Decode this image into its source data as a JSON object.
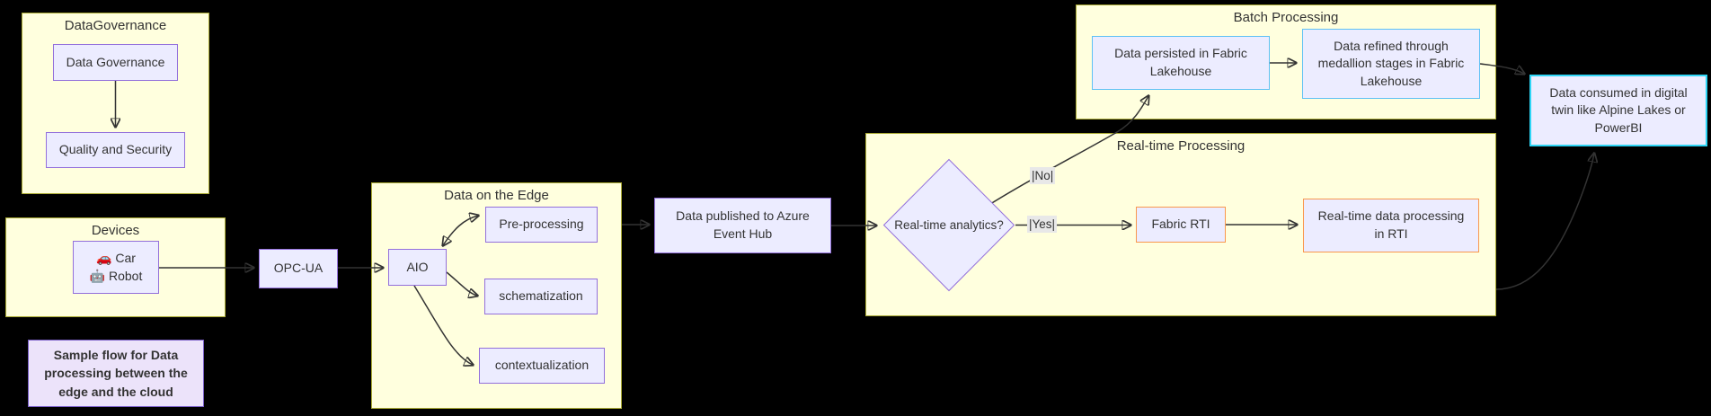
{
  "clusters": {
    "data_governance": {
      "title": "DataGovernance"
    },
    "devices": {
      "title": "Devices"
    },
    "data_on_the_edge": {
      "title": "Data on the Edge"
    },
    "real_time_processing": {
      "title": "Real-time Processing"
    },
    "batch_processing": {
      "title": "Batch Processing"
    }
  },
  "nodes": {
    "data_governance": {
      "label": "Data Governance"
    },
    "quality_and_security": {
      "label": "Quality and Security"
    },
    "devices": {
      "lines": [
        "🚗 Car",
        "🤖 Robot"
      ]
    },
    "opc_ua": {
      "label": "OPC-UA"
    },
    "aio": {
      "label": "AIO"
    },
    "pre_processing": {
      "label": "Pre-processing"
    },
    "schematization": {
      "label": "schematization"
    },
    "contextualization": {
      "label": "contextualization"
    },
    "event_hub": {
      "lines": [
        "Data published to Azure",
        "Event Hub"
      ]
    },
    "real_time_analytics": {
      "label": "Real-time analytics?"
    },
    "fabric_rti": {
      "label": "Fabric RTI"
    },
    "rti_processing": {
      "lines": [
        "Real-time data processing",
        "in RTI"
      ]
    },
    "data_persisted": {
      "lines": [
        "Data persisted in Fabric",
        "Lakehouse"
      ]
    },
    "data_refined": {
      "lines": [
        "Data refined through",
        "medallion stages in Fabric",
        "Lakehouse"
      ]
    },
    "data_consumed": {
      "lines": [
        "Data consumed in digital",
        "twin like Alpine Lakes or",
        "PowerBI"
      ]
    }
  },
  "edge_labels": {
    "no": "|No|",
    "yes": "|Yes|"
  },
  "note": {
    "lines": [
      "Sample flow for Data",
      "processing between the",
      "edge and the cloud"
    ]
  },
  "colors": {
    "background": "#000000",
    "cluster_fill": "#ffffde",
    "cluster_border": "#aaaa33",
    "node_fill": "#ececff",
    "node_border": "#9370db",
    "batch_node_border": "#5ec1f5",
    "rti_node_border": "#f9984e",
    "consumed_node_border": "#2fd5f5",
    "note_fill": "#ece3fa",
    "note_border": "#7a5fc9",
    "edge": "#333333",
    "edge_label_bg": "#e8e8e8",
    "text": "#333333"
  }
}
